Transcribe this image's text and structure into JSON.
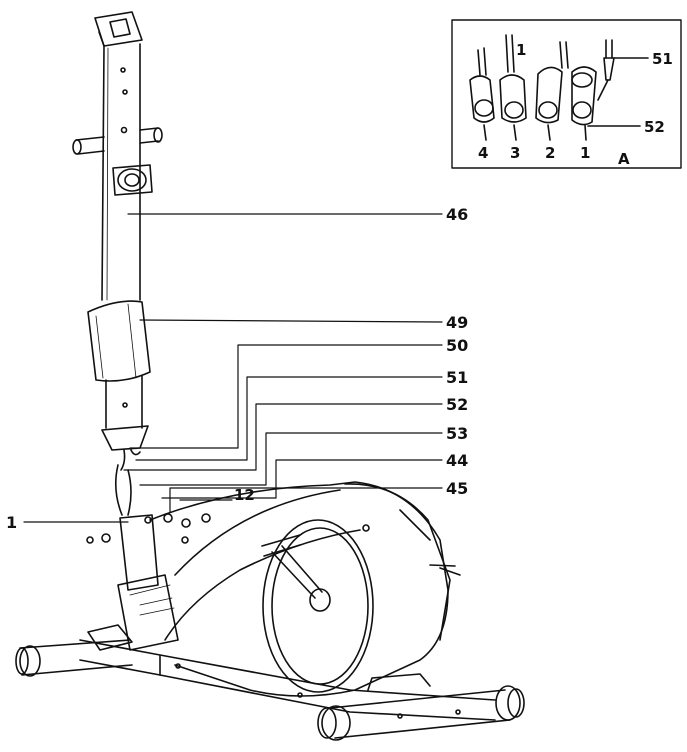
{
  "callouts": {
    "c46": "46",
    "c49": "49",
    "c50": "50",
    "c51": "51",
    "c52": "52",
    "c53": "53",
    "c44": "44",
    "c45": "45",
    "c12": "12",
    "c1": "1"
  },
  "inset": {
    "steps": [
      "4",
      "3",
      "2",
      "1"
    ],
    "step_top": "1",
    "part_51": "51",
    "part_52": "52",
    "caption": "A"
  },
  "colors": {
    "ink": "#111111",
    "background": "#ffffff"
  }
}
